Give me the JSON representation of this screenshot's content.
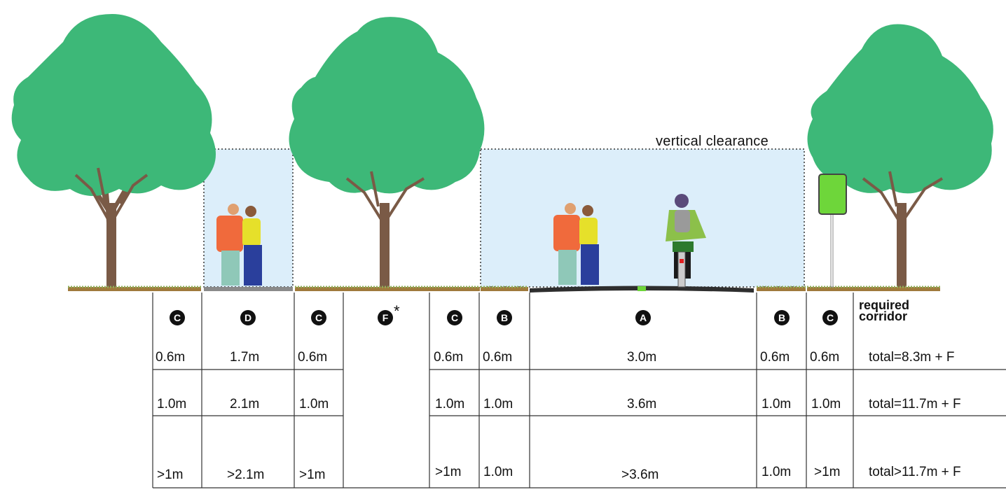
{
  "clearance_label": "vertical clearance",
  "columns": [
    {
      "key": "C1",
      "badge": "C"
    },
    {
      "key": "D",
      "badge": "D"
    },
    {
      "key": "C2",
      "badge": "C"
    },
    {
      "key": "F",
      "badge": "F",
      "asterisk": "*"
    },
    {
      "key": "C3",
      "badge": "C"
    },
    {
      "key": "B1",
      "badge": "B"
    },
    {
      "key": "A",
      "badge": "A"
    },
    {
      "key": "B2",
      "badge": "B"
    },
    {
      "key": "C4",
      "badge": "C"
    }
  ],
  "corridor_header": {
    "line1": "required",
    "line2": "corridor"
  },
  "rows": [
    {
      "C1": "0.6m",
      "D": "1.7m",
      "C2": "0.6m",
      "C3": "0.6m",
      "B1": "0.6m",
      "A": "3.0m",
      "B2": "0.6m",
      "C4": "0.6m",
      "total": "total=8.3m + F"
    },
    {
      "C1": "1.0m",
      "D": "2.1m",
      "C2": "1.0m",
      "C3": "1.0m",
      "B1": "1.0m",
      "A": "3.6m",
      "B2": "1.0m",
      "C4": "1.0m",
      "total": "total=11.7m + F"
    },
    {
      "C1": ">1m",
      "D": ">2.1m",
      "C2": ">1m",
      "C3": ">1m",
      "B1": "1.0m",
      "A": ">3.6m",
      "B2": "1.0m",
      "C4": ">1m",
      "total": "total>11.7m + F"
    }
  ],
  "colors": {
    "tree": "#3db878",
    "trunk": "#7a5a46",
    "grass": "#8fae5a",
    "soil": "#a07a3c",
    "clearance_fill": "#dceefa",
    "path": "#2e2e2e",
    "sign": "#6ed63a",
    "person1_shirt": "#f06a3c",
    "person2_shirt": "#e6e02a",
    "jeans": "#2a3f9c",
    "pants_light": "#8fc8b8",
    "cyclist_jacket": "#8cc04a"
  }
}
